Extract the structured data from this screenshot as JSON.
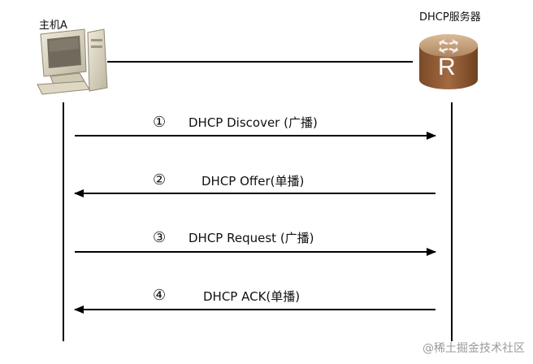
{
  "nodes": {
    "client": {
      "label": "主机A"
    },
    "server": {
      "label": "DHCP服务器",
      "router_letter": "R"
    }
  },
  "messages": [
    {
      "step": "①",
      "label": "DHCP Discover (广播)",
      "direction": "client-to-server"
    },
    {
      "step": "②",
      "label": "DHCP Offer(单播)",
      "direction": "server-to-client"
    },
    {
      "step": "③",
      "label": "DHCP Request (广播)",
      "direction": "client-to-server"
    },
    {
      "step": "④",
      "label": "DHCP ACK(单播)",
      "direction": "server-to-client"
    }
  ],
  "watermark": "@稀土掘金技术社区",
  "colors": {
    "line": "#000000",
    "router_top": "#c7a47f",
    "router_body": "#8e5b35",
    "computer": "#d9d4c3"
  }
}
